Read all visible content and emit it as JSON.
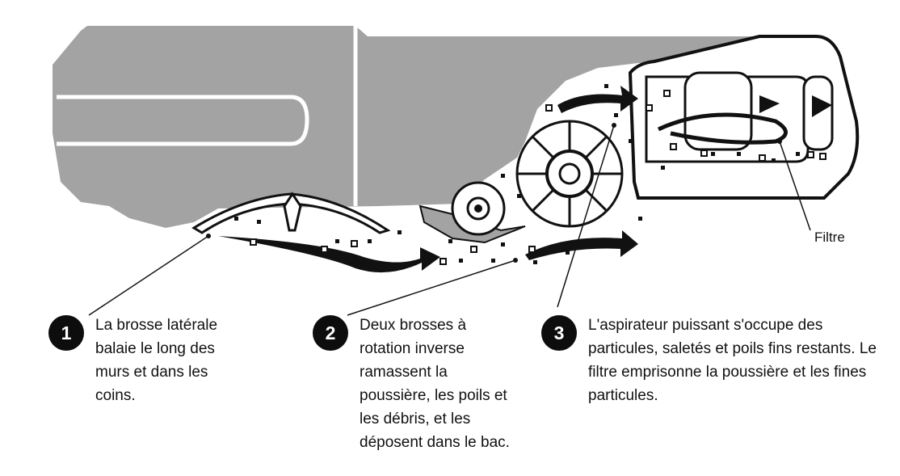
{
  "steps": [
    {
      "number": "1",
      "text": "La brosse latérale balaie le long des murs et dans les coins."
    },
    {
      "number": "2",
      "text": "Deux brosses à rotation inverse ramassent la poussière, les poils et les débris, et les déposent dans le bac."
    },
    {
      "number": "3",
      "text": "L'aspirateur puissant s'occupe des particules, saletés et poils fins restants. Le filtre emprisonne la poussière et les fines particules."
    }
  ],
  "labels": {
    "filter": "Filtre"
  },
  "colors": {
    "body_gray": "#a3a3a3",
    "outline": "#111111",
    "badge": "#0d0d0d"
  }
}
